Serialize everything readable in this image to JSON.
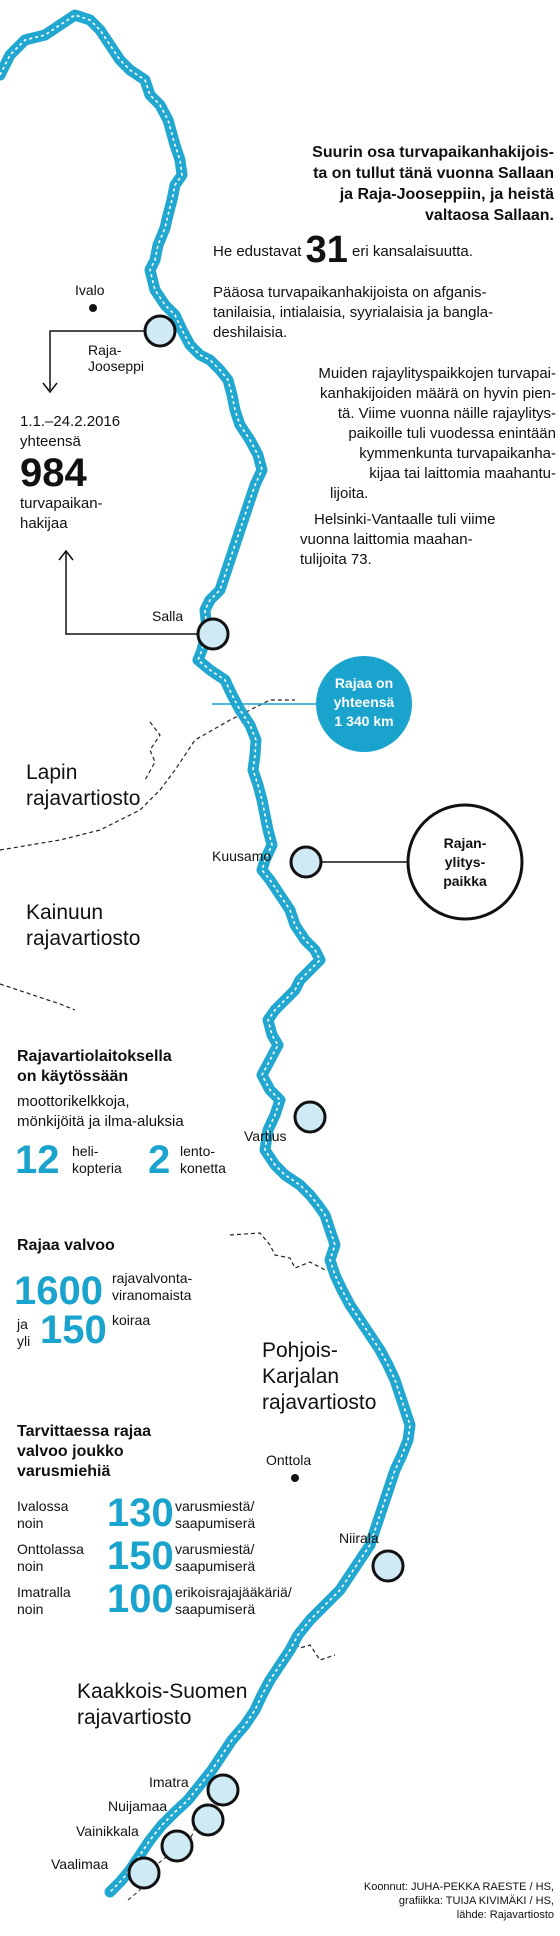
{
  "colors": {
    "border": "#22a8d0",
    "accent": "#1aa3cc",
    "ink": "#111111"
  },
  "intro": {
    "headline": [
      "Suurin osa turvapaikanhakijois-",
      "ta on tullut tänä vuonna Sallaan",
      "ja Raja-Jooseppiin, ja heistä",
      "valtaosa Sallaan."
    ],
    "represent_pre": "He edustavat",
    "represent_num": "31",
    "represent_post": "eri kansalaisuutta.",
    "body1": [
      "Pääosa turvapaikanhakijoista on afganis-",
      "tanilaisia, intialaisia, syyrialaisia ja bangla-",
      "deshilaisia."
    ],
    "body2": [
      "Muiden rajaylityspaikkojen turvapai-",
      "kanhakijoiden määrä on hyvin pien-",
      "tä. Viime vuonna näille rajaylitys-",
      "paikoille tuli vuodessa enintään",
      "kymmenkunta turvapaikanha-",
      "kijaa tai laittomia maahantu-",
      "lijoita."
    ],
    "body3": [
      "Helsinki-Vantaalle tuli viime",
      "vuonna laittomia maahan-",
      "tulijoita 73."
    ]
  },
  "total": {
    "date": "1.1.–24.2.2016",
    "sum_label": "yhteensä",
    "number": "984",
    "unit": [
      "turvapaikan-",
      "hakijaa"
    ]
  },
  "places": {
    "ivalo": "Ivalo",
    "raja_jooseppi": [
      "Raja-",
      "Jooseppi"
    ],
    "salla": "Salla",
    "kuusamo": "Kuusamo",
    "vartius": "Vartius",
    "onttola": "Onttola",
    "niirala": "Niirala",
    "imatra": "Imatra",
    "nuijamaa": "Nuijamaa",
    "vainikkala": "Vainikkala",
    "vaalimaa": "Vaalimaa"
  },
  "regions": {
    "lappi": [
      "Lapin",
      "rajavartiosto"
    ],
    "kainuu": [
      "Kainuun",
      "rajavartiosto"
    ],
    "pohjois_karjala": [
      "Pohjois-",
      "Karjalan",
      "rajavartiosto"
    ],
    "kaakkois_suomi": [
      "Kaakkois-Suomen",
      "rajavartiosto"
    ]
  },
  "border_bubble": [
    "Rajaa on",
    "yhteensä",
    "1 340 km"
  ],
  "legend_bubble": [
    "Rajan-",
    "ylitys-",
    "paikka"
  ],
  "equipment": {
    "title": [
      "Rajavartiolaitoksella",
      "on käytössään"
    ],
    "text": [
      "moottorikelkkoja,",
      "mönkijöitä ja ilma-aluksia"
    ],
    "heli_num": "12",
    "heli_label": [
      "heli-",
      "kopteria"
    ],
    "plane_num": "2",
    "plane_label": [
      "lento-",
      "konetta"
    ]
  },
  "guards": {
    "title": "Rajaa valvoo",
    "num1": "1600",
    "label1": [
      "rajavalvonta-",
      "viranomaista"
    ],
    "conj": [
      "ja",
      "yli"
    ],
    "num2": "150",
    "label2": "koiraa"
  },
  "conscripts": {
    "title": [
      "Tarvittaessa rajaa",
      "valvoo joukko",
      "varusmiehiä"
    ],
    "rows": [
      {
        "place": [
          "Ivalossa",
          "noin"
        ],
        "num": "130",
        "label": [
          "varusmiestä/",
          "saapumiserä"
        ]
      },
      {
        "place": [
          "Onttolassa",
          "noin"
        ],
        "num": "150",
        "label": [
          "varusmiestä/",
          "saapumiserä"
        ]
      },
      {
        "place": [
          "Imatralla",
          "noin"
        ],
        "num": "100",
        "label": [
          "erikoisrajajääkäriä/",
          "saapumiserä"
        ]
      }
    ]
  },
  "credits": [
    "Koonnut: JUHA-PEKKA RAESTE / HS,",
    "grafiikka: TUIJA KIVIMÄKI / HS,",
    "lähde: Rajavartiosto"
  ]
}
